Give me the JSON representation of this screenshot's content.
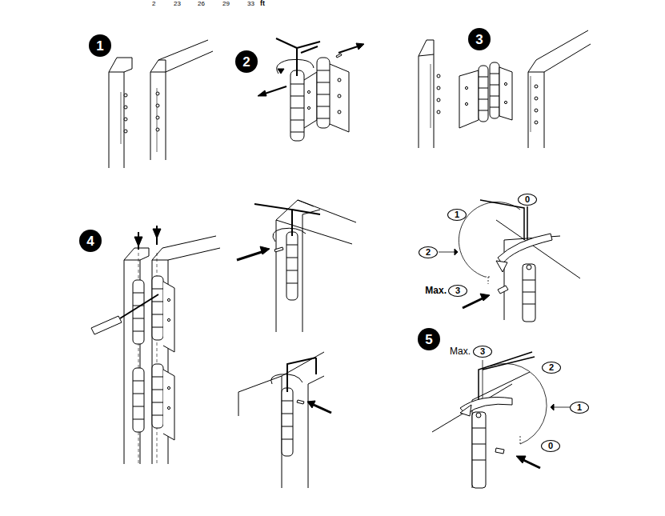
{
  "diagram": {
    "nodes": [
      {
        "text": [
          "1"
        ]
      },
      {
        "text": [
          "2"
        ]
      },
      {
        "text": [
          "3"
        ]
      },
      {
        "text": [
          "4"
        ]
      },
      {
        "text": [
          "0"
        ]
      },
      {
        "text": [
          "1"
        ]
      },
      {
        "text": [
          "2"
        ]
      },
      {
        "text": [
          "3"
        ]
      },
      {
        "text": [
          "5"
        ]
      },
      {
        "text": [
          "3"
        ]
      },
      {
        "text": [
          "2"
        ]
      },
      {
        "text": [
          "1"
        ]
      },
      {
        "text": [
          "0"
        ]
      }
    ],
    "labels": [
      "2",
      "23",
      "26",
      "29",
      "33",
      "ft",
      "Max.",
      "Max."
    ]
  }
}
